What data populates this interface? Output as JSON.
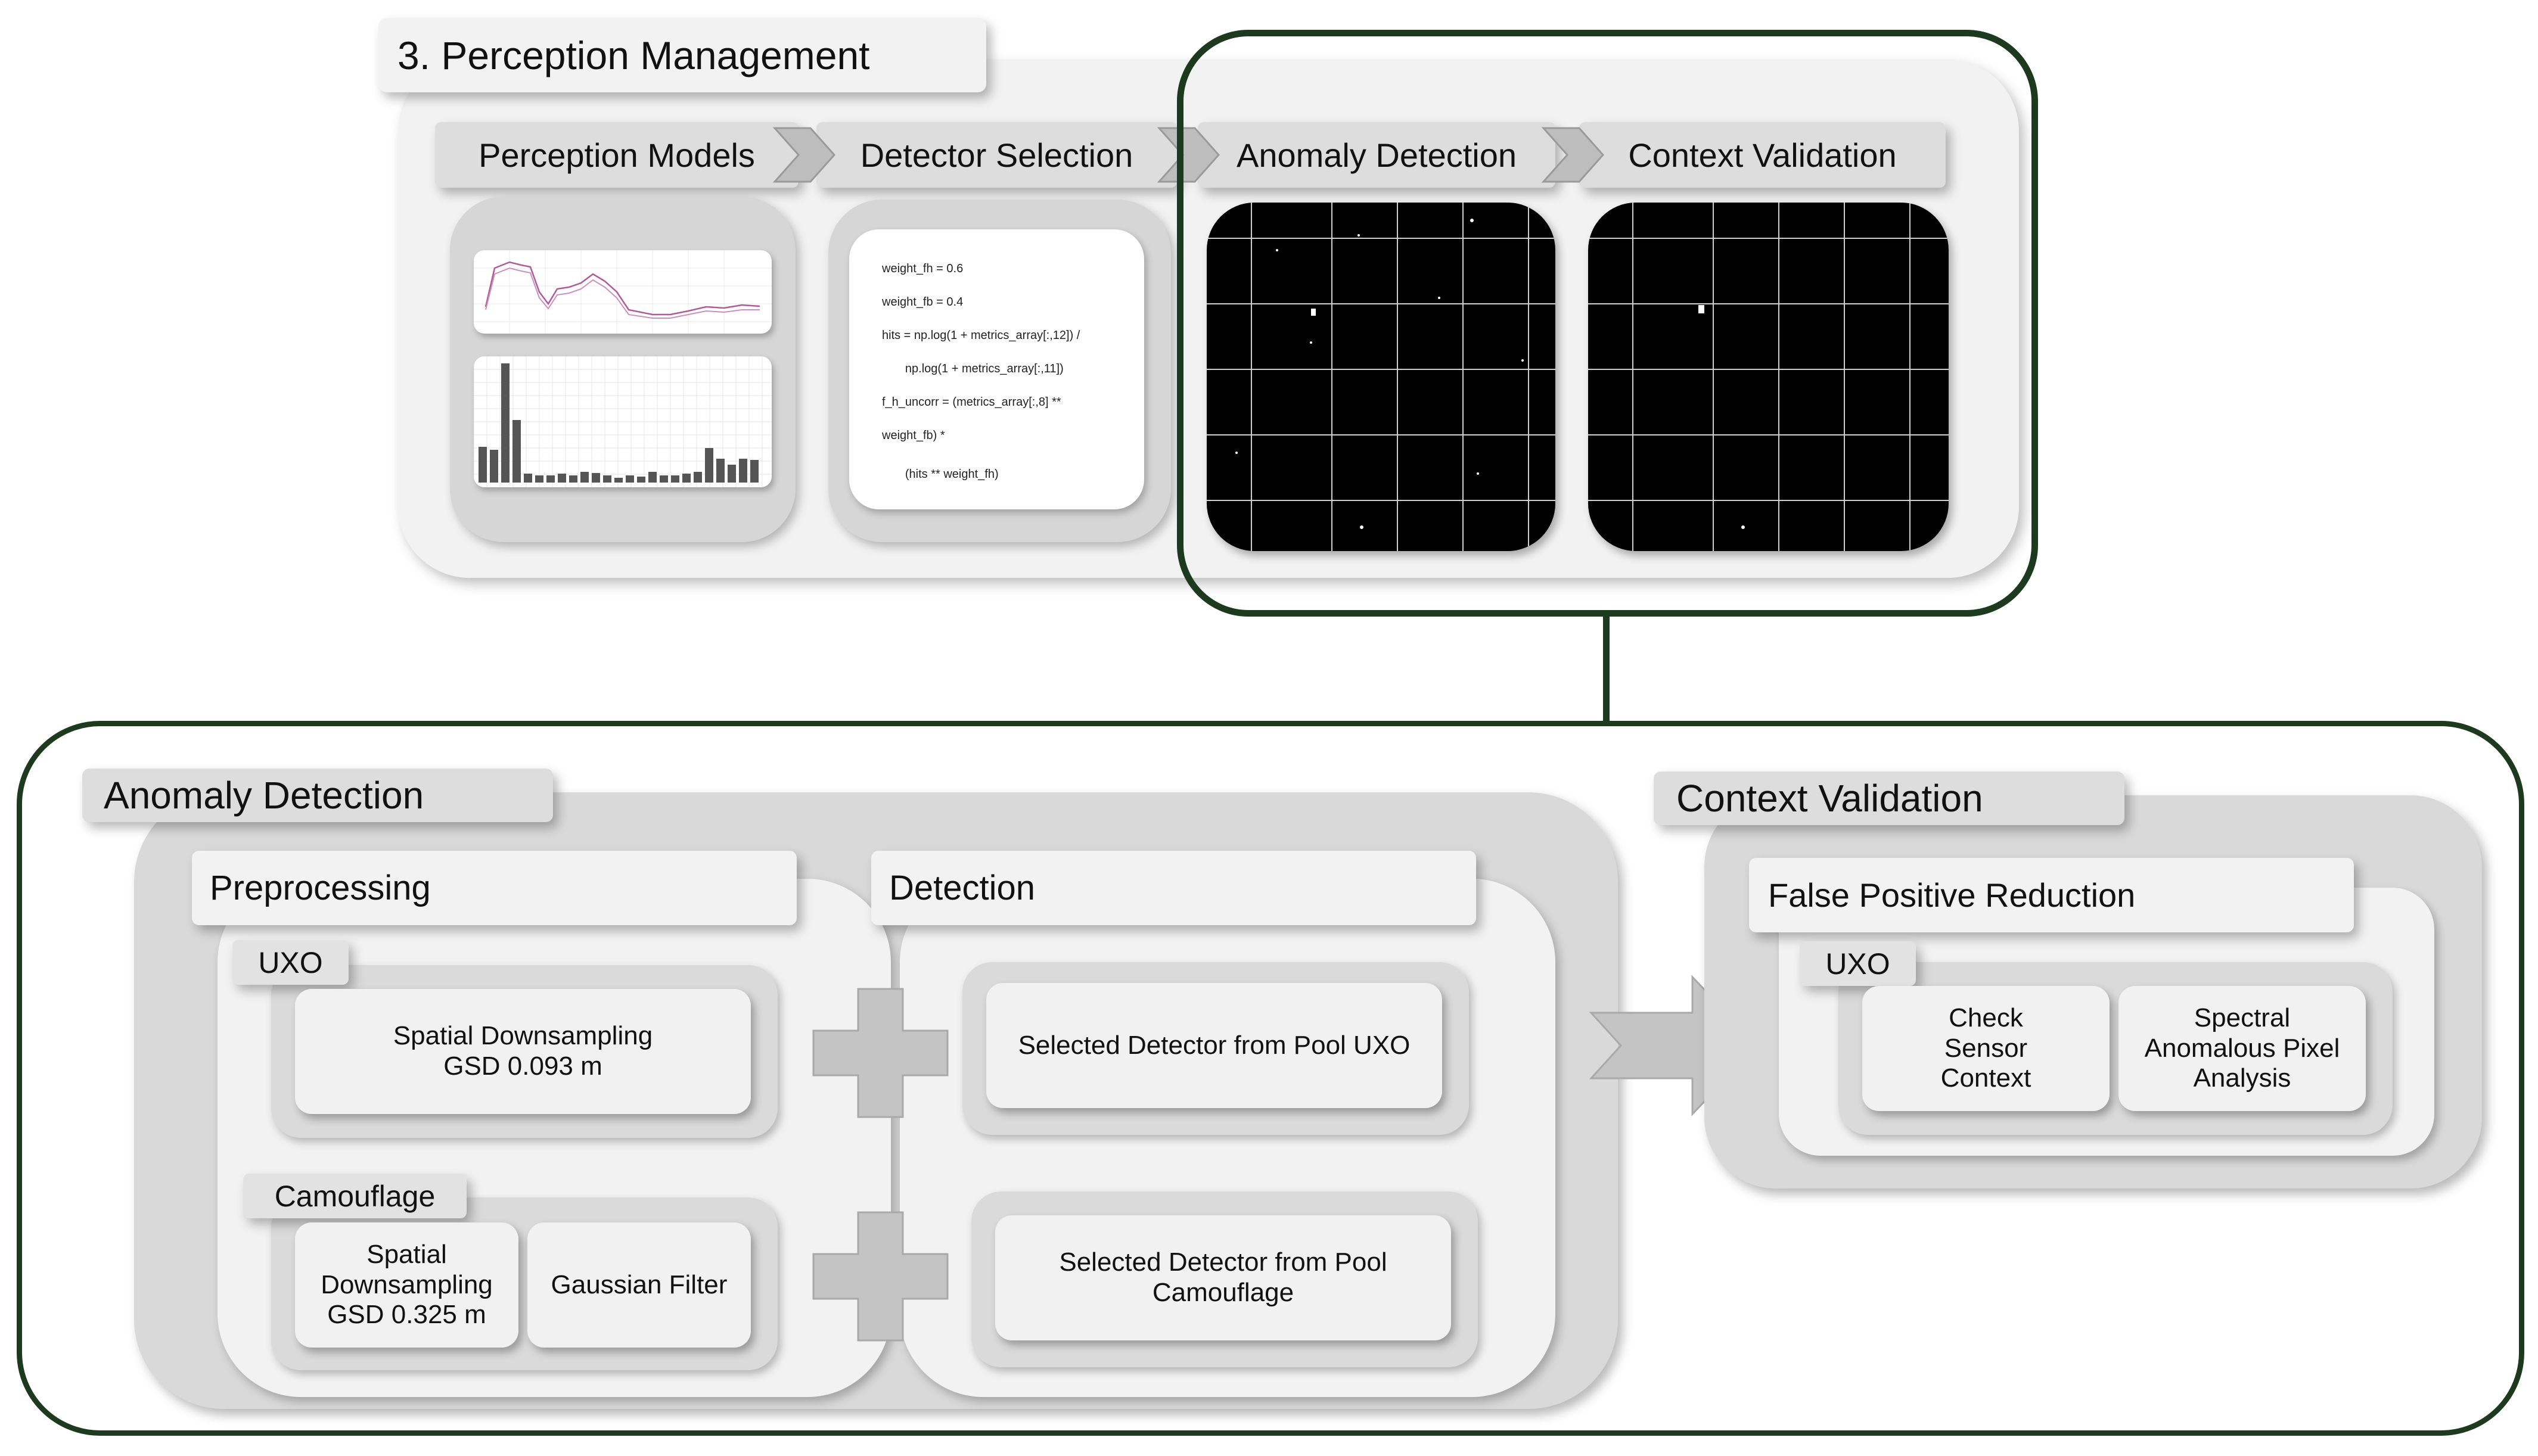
{
  "top": {
    "title": "3. Perception Management",
    "steps": [
      "Perception Models",
      "Detector Selection",
      "Anomaly Detection",
      "Context Validation"
    ],
    "code_lines": [
      "weight_fh = 0.6",
      "weight_fb = 0.4",
      "hits = np.log(1 + metrics_array[:,12]) /",
      "       np.log(1 + metrics_array[:,11])",
      "f_h_uncorr = (metrics_array[:,8] **",
      "weight_fb) *",
      "       (hits ** weight_fh)"
    ]
  },
  "anomaly": {
    "title": "Anomaly Detection",
    "preprocessing": {
      "title": "Preprocessing",
      "uxo_label": "UXO",
      "uxo_step": "Spatial Downsampling\nGSD 0.093 m",
      "camo_label": "Camouflage",
      "camo_step1": "Spatial\nDownsampling\nGSD 0.325 m",
      "camo_step2": "Gaussian Filter"
    },
    "detection": {
      "title": "Detection",
      "uxo_detector": "Selected Detector from Pool UXO",
      "camo_detector": "Selected Detector from Pool\nCamouflage"
    }
  },
  "context": {
    "title": "Context Validation",
    "fpr_title": "False Positive Reduction",
    "uxo_label": "UXO",
    "step1": "Check\nSensor\nContext",
    "step2": "Spectral\nAnomalous Pixel\nAnalysis"
  },
  "colors": {
    "frame_green": "#1e3a1e",
    "panel_light": "#f2f2f2",
    "panel_mid": "#d9d9d9",
    "panel_dark": "#c9c9c9",
    "arrow_grey": "#b8b8b8",
    "bar_color": "#555555",
    "line_color": "#b05a9a"
  }
}
